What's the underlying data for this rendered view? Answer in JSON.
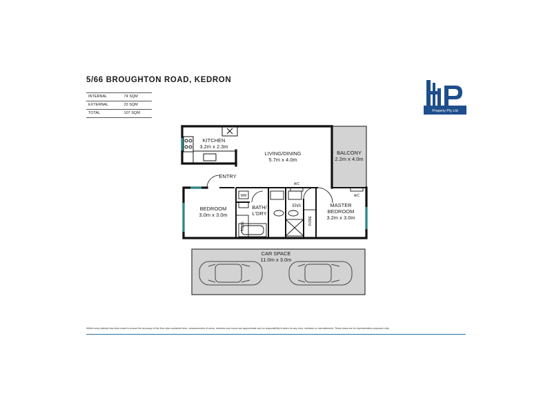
{
  "header": {
    "title": "5/66 BROUGHTON ROAD, KEDRON"
  },
  "areas": [
    {
      "label": "INTERNAL",
      "value": "74 SQM"
    },
    {
      "label": "EXTERNAL",
      "value": "33 SQM"
    },
    {
      "label": "TOTAL",
      "value": "107 SQM"
    }
  ],
  "logo": {
    "subtitle": "Property Pty Ltd",
    "brand_color": "#1e4e8c"
  },
  "rooms": {
    "kitchen": {
      "name": "KITCHEN",
      "size": "3.2m x 2.3m"
    },
    "living": {
      "name": "LIVING/DINING",
      "size": "5.7m x 4.0m"
    },
    "balcony": {
      "name": "BALCONY",
      "size": "2.2m x 4.0m"
    },
    "entry": {
      "name": "ENTRY"
    },
    "bedroom": {
      "name": "BEDROOM",
      "size": "3.0m x 3.0m"
    },
    "bath_line1": "BATH/",
    "bath_line2": "L'DRY",
    "ens": "ENS",
    "master_line1": "MASTER",
    "master_line2": "BEDROOM",
    "master_size": "3.2m x 3.0m",
    "car": {
      "name": "CAR SPACE",
      "size": "11.0m x 3.0m"
    }
  },
  "fixtures": {
    "ac_1": "A/C",
    "ac_2": "A/C",
    "wm": "WM",
    "robe_1": "ROBE",
    "robe_2": "ROBE"
  },
  "footer": {
    "disclaimer": "Whilst every attempt has been made to ensure the accuracy of the floor plan contained here, measurements of doors, windows and rooms are approximate and no responsibility is taken for any error, omission or mis-statement. These plans are for representation purposes only.",
    "accent_color": "#2c6fa0"
  },
  "colors": {
    "wall": "#111111",
    "window": "#2a8a8a",
    "shade": "#d3d3d3"
  }
}
